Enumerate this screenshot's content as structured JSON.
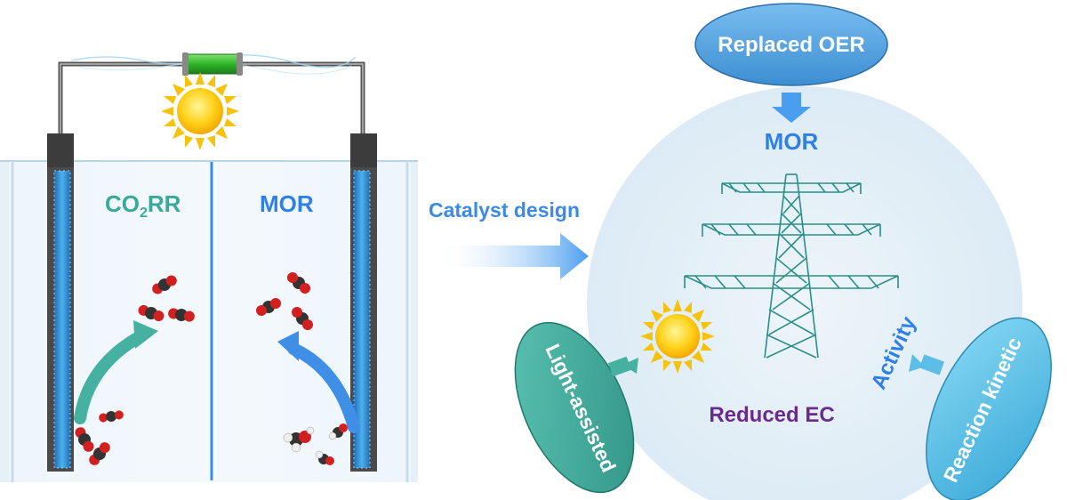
{
  "cell": {
    "cathode_label_main": "CO",
    "cathode_label_sub": "2",
    "cathode_label_tail": "RR",
    "anode_label": "MOR"
  },
  "arrow_text": "Catalyst design",
  "cycle": {
    "top_node": "Replaced OER",
    "center_top": "MOR",
    "center_bottom": "Reduced EC",
    "left_node": "Light-assisted",
    "right_node": "Reaction kinetic",
    "right_arrow_label": "Activity"
  },
  "colors": {
    "teal": "#3aa99a",
    "blue": "#2f80e6",
    "purple": "#6a2a8e",
    "node_blue": "#5aa6df",
    "node_teal": "#3ca898",
    "node_cyan": "#5cc3e6",
    "tower": "#2a8f86"
  },
  "icons": [
    "sun-icon",
    "resistor-icon",
    "power-tower-icon",
    "co2-molecule-icon",
    "methanol-molecule-icon"
  ]
}
